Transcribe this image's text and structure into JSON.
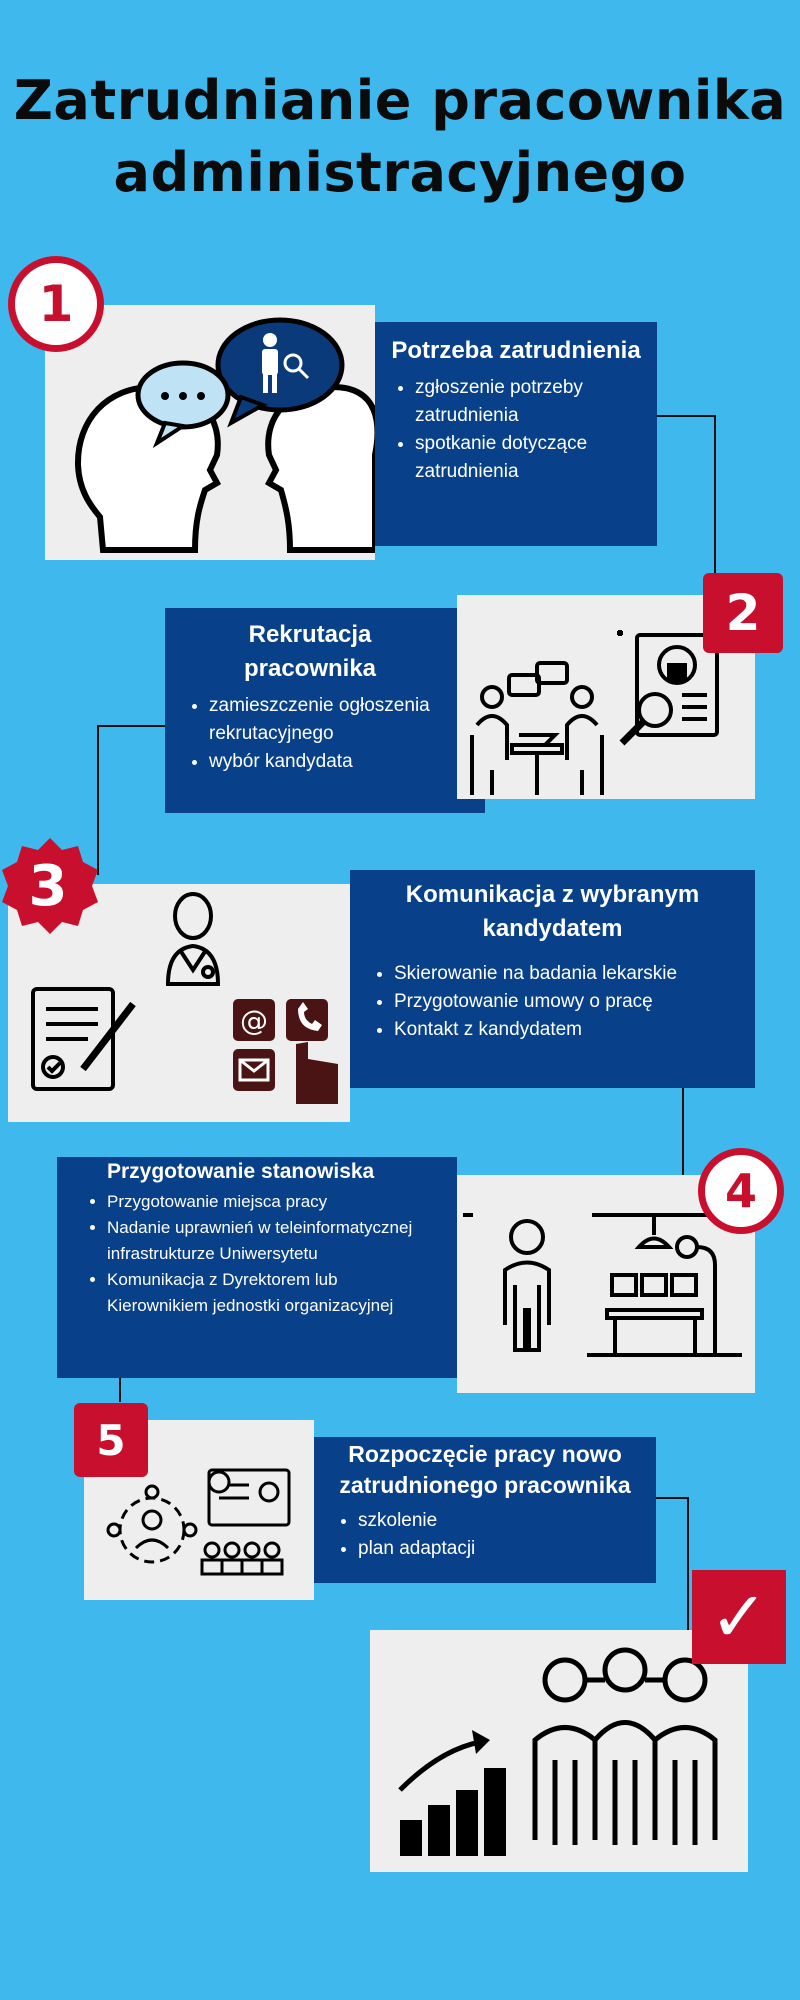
{
  "title": {
    "line1": "Zatrudnianie pracownika",
    "line2": "administracyjnego"
  },
  "steps": [
    {
      "badge": "1",
      "heading": "Potrzeba zatrudnienia",
      "bullets": [
        "zgłoszenie potrzeby zatrudnienia",
        "spotkanie dotyczące zatrudnienia"
      ]
    },
    {
      "badge": "2",
      "heading": "Rekrutacja pracownika",
      "bullets": [
        "zamieszczenie ogłoszenia rekrutacyjnego",
        "wybór kandydata"
      ]
    },
    {
      "badge": "3",
      "heading": "Komunikacja z wybranym kandydatem",
      "bullets": [
        "Skierowanie na badania lekarskie",
        "Przygotowanie umowy o pracę",
        "Kontakt z kandydatem"
      ]
    },
    {
      "badge": "4",
      "heading": "Przygotowanie stanowiska",
      "bullets": [
        "Przygotowanie miejsca pracy",
        "Nadanie uprawnień w teleinformatycznej infrastrukturze Uniwersytetu",
        "Komunikacja z Dyrektorem lub Kierownikiem jednostki organizacyjnej"
      ]
    },
    {
      "badge": "5",
      "heading": "Rozpoczęcie pracy nowo zatrudnionego pracownika",
      "bullets": [
        "szkolenie",
        "plan adaptacji"
      ]
    }
  ],
  "final_badge": "✓",
  "colors": {
    "background": "#3fb8ee",
    "card": "#08408a",
    "accent": "#c8102e",
    "image_box": "#eeeeee"
  },
  "icons": [
    "two-heads-dialog-icon",
    "interview-icon",
    "document-search-icon",
    "doctor-icon",
    "contract-sign-icon",
    "contact-channels-icon",
    "person-icon",
    "workstation-icon",
    "gear-people-icon",
    "presentation-icon",
    "growth-chart-icon",
    "team-icon"
  ]
}
